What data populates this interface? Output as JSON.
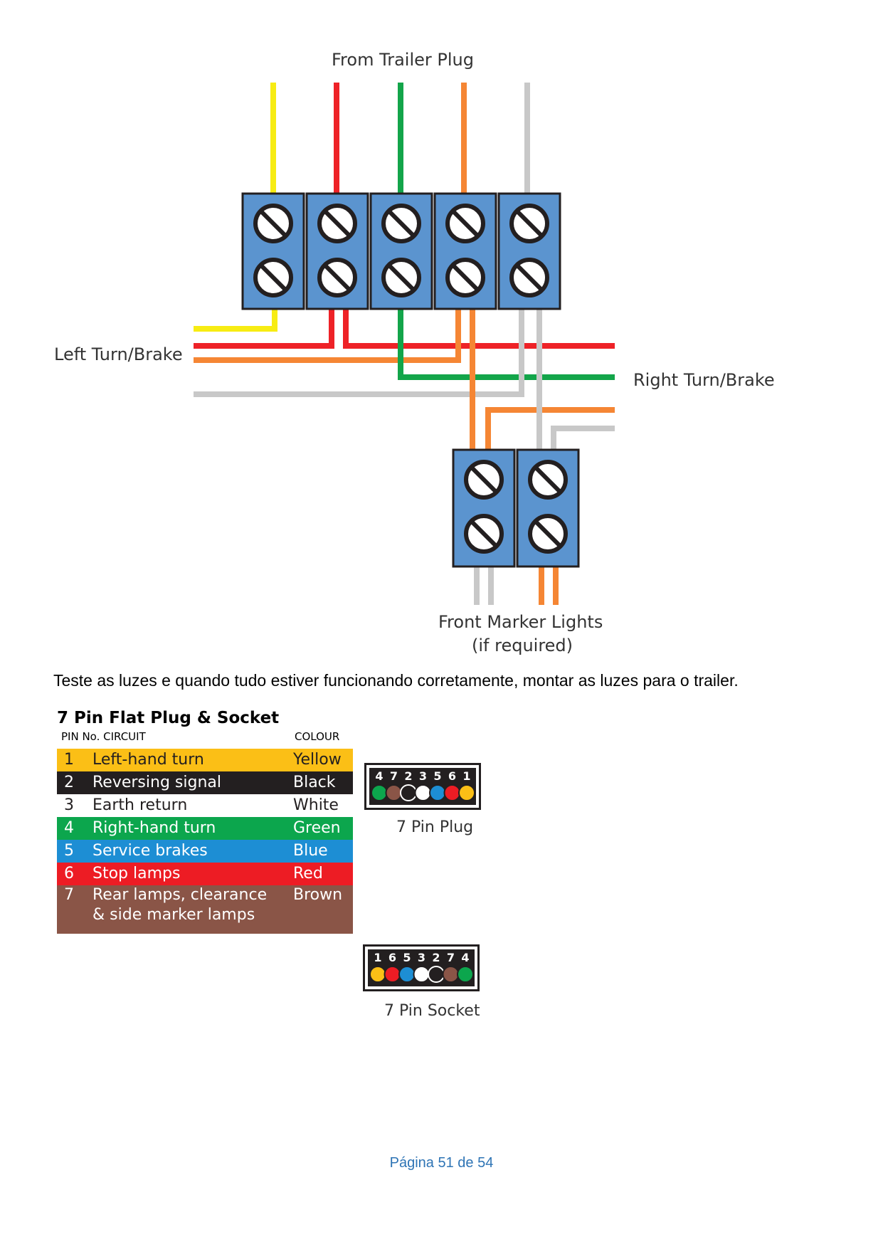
{
  "diagram": {
    "top_label": "From Trailer Plug",
    "left_label": "Left Turn/Brake",
    "right_label": "Right Turn/Brake",
    "bottom_label_line1": "Front Marker Lights",
    "bottom_label_line2": "(if required)",
    "colors": {
      "yellow": "#f7ec13",
      "red": "#ee2227",
      "green": "#13a54a",
      "orange": "#f58634",
      "grey": "#c8c8c8",
      "terminal": "#5b94cf"
    }
  },
  "instruction": "Teste as luzes e quando tudo estiver funcionando corretamente, montar as luzes para o trailer.",
  "pin_table": {
    "title": "7 Pin Flat Plug & Socket",
    "col_pin_circuit": "PIN No. CIRCUIT",
    "col_colour": "COLOUR",
    "rows": [
      {
        "pin": "1",
        "circuit": "Left-hand turn",
        "colour": "Yellow",
        "bg": "#fbbf16",
        "fg": "#231f20"
      },
      {
        "pin": "2",
        "circuit": "Reversing signal",
        "colour": "Black",
        "bg": "#231f20",
        "fg": "#ffffff"
      },
      {
        "pin": "3",
        "circuit": "Earth return",
        "colour": "White",
        "bg": "#ffffff",
        "fg": "#231f20"
      },
      {
        "pin": "4",
        "circuit": "Right-hand turn",
        "colour": "Green",
        "bg": "#0ca64d",
        "fg": "#ffffff"
      },
      {
        "pin": "5",
        "circuit": "Service brakes",
        "colour": "Blue",
        "bg": "#1d8ed4",
        "fg": "#ffffff"
      },
      {
        "pin": "6",
        "circuit": "Stop lamps",
        "colour": "Red",
        "bg": "#ed1c24",
        "fg": "#ffffff"
      },
      {
        "pin": "7",
        "circuit": "Rear lamps, clearance\n& side marker lamps",
        "colour": "Brown",
        "bg": "#8a5547",
        "fg": "#ffffff"
      }
    ]
  },
  "plug": {
    "label": "7 Pin Plug",
    "pins": [
      {
        "n": "4",
        "color": "#0ca64d"
      },
      {
        "n": "7",
        "color": "#8a5547"
      },
      {
        "n": "2",
        "color": "#231f20"
      },
      {
        "n": "3",
        "color": "#ffffff"
      },
      {
        "n": "5",
        "color": "#1d8ed4"
      },
      {
        "n": "6",
        "color": "#ed1c24"
      },
      {
        "n": "1",
        "color": "#fbbf16"
      }
    ]
  },
  "socket": {
    "label": "7 Pin Socket",
    "pins": [
      {
        "n": "1",
        "color": "#fbbf16"
      },
      {
        "n": "6",
        "color": "#ed1c24"
      },
      {
        "n": "5",
        "color": "#1d8ed4"
      },
      {
        "n": "3",
        "color": "#ffffff"
      },
      {
        "n": "2",
        "color": "#231f20"
      },
      {
        "n": "7",
        "color": "#8a5547"
      },
      {
        "n": "4",
        "color": "#0ca64d"
      }
    ]
  },
  "footer": {
    "page_number": "Página 51 de 54"
  }
}
